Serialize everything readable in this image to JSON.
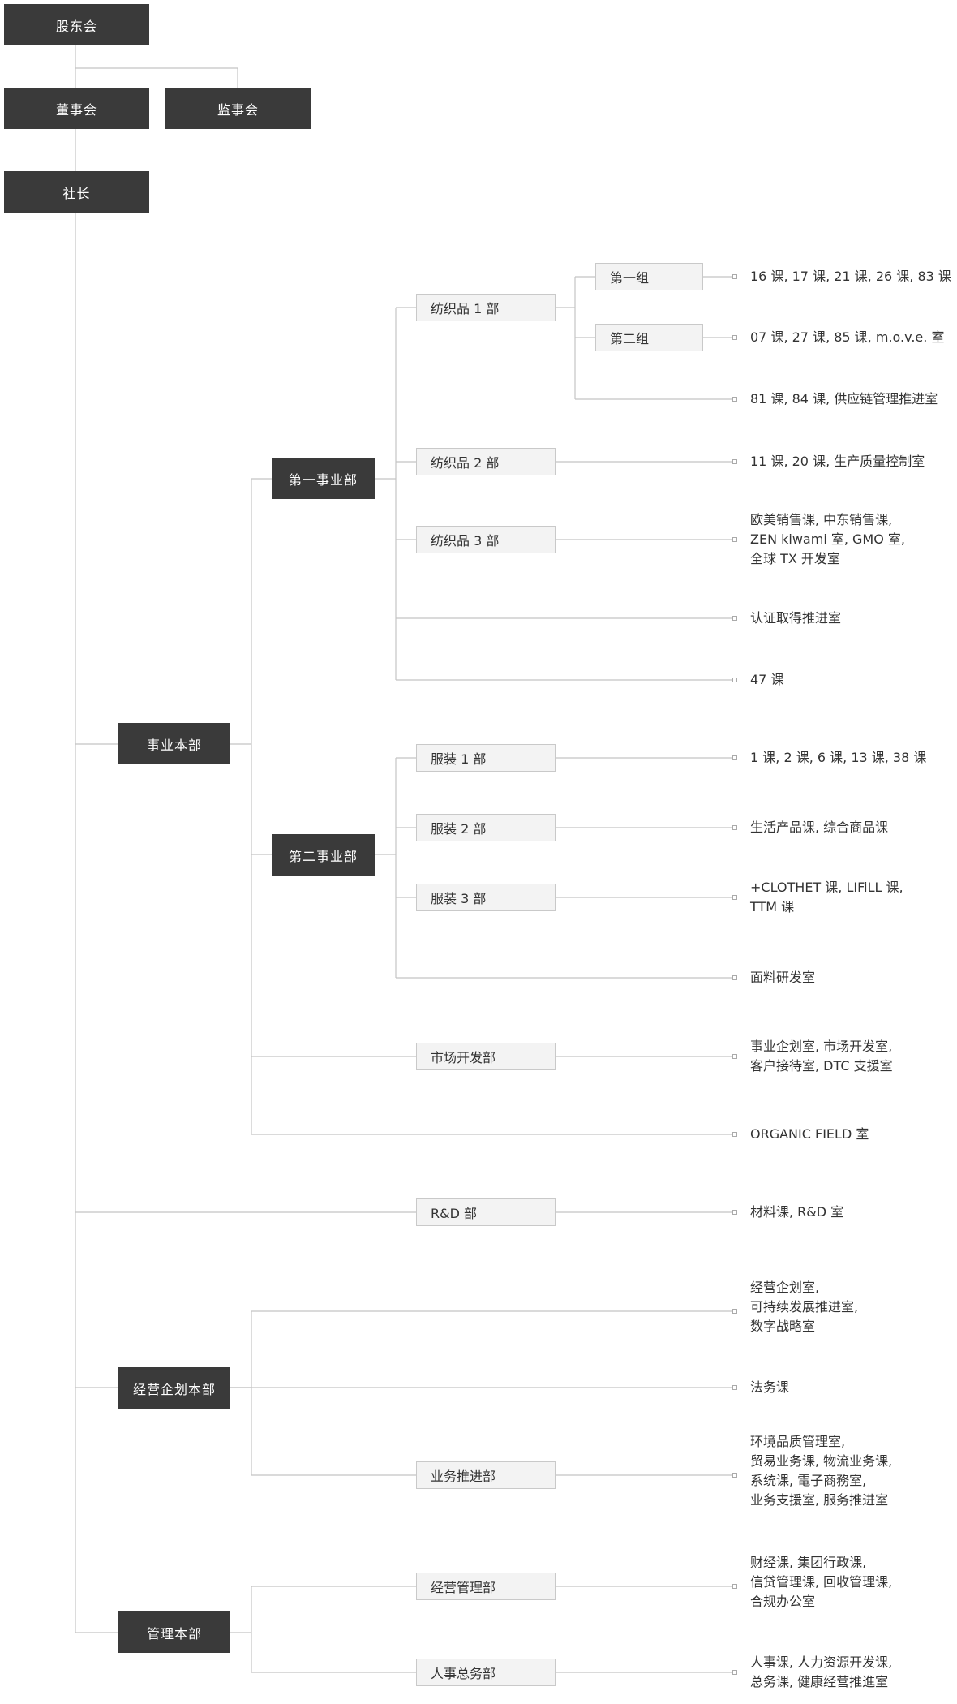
{
  "top": {
    "shareholders": "股东会",
    "board": "董事会",
    "supervisors": "监事会",
    "president": "社长"
  },
  "business_hq": {
    "label": "事业本部",
    "div1": {
      "label": "第一事业部",
      "textile1": "纺织品 1 部",
      "group1": "第一组",
      "group2": "第二组",
      "textile2": "纺织品 2 部",
      "textile3": "纺织品 3 部"
    },
    "div2": {
      "label": "第二事业部",
      "apparel1": "服装 1 部",
      "apparel2": "服装 2 部",
      "apparel3": "服装 3 部"
    },
    "market": "市场开发部"
  },
  "rnd": "R&D 部",
  "planning_hq": {
    "label": "经营企划本部",
    "business_promo": "业务推进部"
  },
  "admin_hq": {
    "label": "管理本部",
    "management": "经营管理部",
    "hr": "人事总务部"
  },
  "leaves": {
    "group1": [
      "16 课, 17 课, 21 课, 26 课, 83 课"
    ],
    "group2": [
      "07 课, 27 课, 85 课, m.o.v.e. 室"
    ],
    "textile1_other": [
      "81 课, 84 课, 供应链管理推进室"
    ],
    "textile2": [
      "11 课, 20 课, 生产质量控制室"
    ],
    "textile3": [
      "欧美销售课, 中东销售课,",
      "ZEN kiwami 室, GMO 室,",
      "全球 TX 开发室"
    ],
    "certification": [
      "认证取得推进室"
    ],
    "div1_47": [
      "47 课"
    ],
    "apparel1": [
      "1 课, 2 课, 6 课, 13 课, 38 课"
    ],
    "apparel2": [
      "生活产品课, 综合商品课"
    ],
    "apparel3": [
      "+CLOTHET 课, LIFiLL 课,",
      "TTM 课"
    ],
    "fabric": [
      "面料研发室"
    ],
    "market": [
      "事业企划室, 市场开发室,",
      "客户接待室, DTC 支援室"
    ],
    "organic": [
      "ORGANIC FIELD 室"
    ],
    "rnd": [
      "材料课, R&D 室"
    ],
    "planning_offices": [
      "经营企划室,",
      "可持续发展推进室,",
      "数字战略室"
    ],
    "legal": [
      "法务课"
    ],
    "business_promo": [
      "环境品质管理室,",
      "贸易业务课, 物流业务课,",
      "系统课, 電子商務室,",
      "业务支援室, 服务推进室"
    ],
    "management": [
      "财经课, 集团行政课,",
      "信贷管理课, 回收管理课,",
      "合规办公室"
    ],
    "hr": [
      "人事课, 人力资源开发课,",
      "总务课, 健康经营推進室"
    ]
  },
  "colors": {
    "dark_box": "#3a3a3a",
    "light_box": "#f3f3f3",
    "line": "#c4c4c4"
  }
}
